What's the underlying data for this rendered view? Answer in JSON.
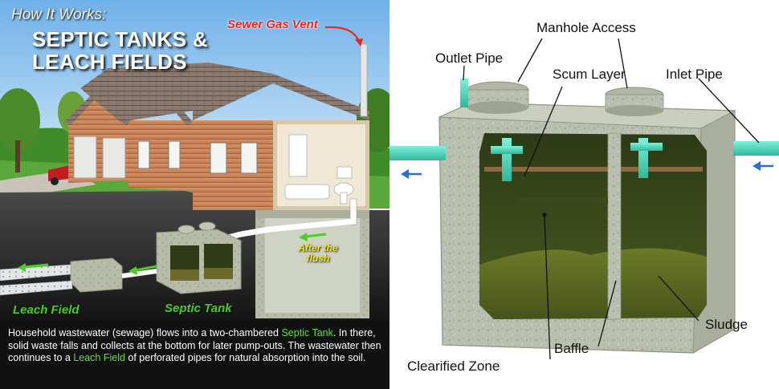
{
  "left_panel": {
    "subtitle": "How It Works:",
    "title_line_1": "SEPTIC TANKS &",
    "title_line_2": "LEACH FIELDS",
    "labels": {
      "sewer_gas_vent": "Sewer Gas Vent",
      "after_the_flush_1": "After the",
      "after_the_flush_2": "flush",
      "leach_field": "Leach Field",
      "septic_tank": "Septic Tank"
    },
    "caption": {
      "part1": "Household wastewater (sewage) flows into a two-chambered ",
      "highlight1": "Septic Tank",
      "part2": ". In there, solid waste falls and collects at the bottom for later pump-outs. The wastewater then continues to a ",
      "highlight2": "Leach Field",
      "part3": " of perforated pipes for natural absorption into the soil."
    }
  },
  "right_panel": {
    "callouts": {
      "manhole_access": "Manhole Access",
      "outlet_pipe": "Outlet Pipe",
      "scum_layer": "Scum Layer",
      "inlet_pipe": "Inlet Pipe",
      "sludge": "Sludge",
      "baffle": "Baffle",
      "clarified_zone": "Clearified Zone"
    }
  },
  "colors": {
    "label_red": "#e8261e",
    "label_green": "#46d21c",
    "label_yellow": "#f4e81a",
    "pipe_teal": "#3fd6b8",
    "arrow_blue": "#2a6fd6",
    "concrete": "#b9bfae",
    "sludge": "#5c6a1e"
  }
}
